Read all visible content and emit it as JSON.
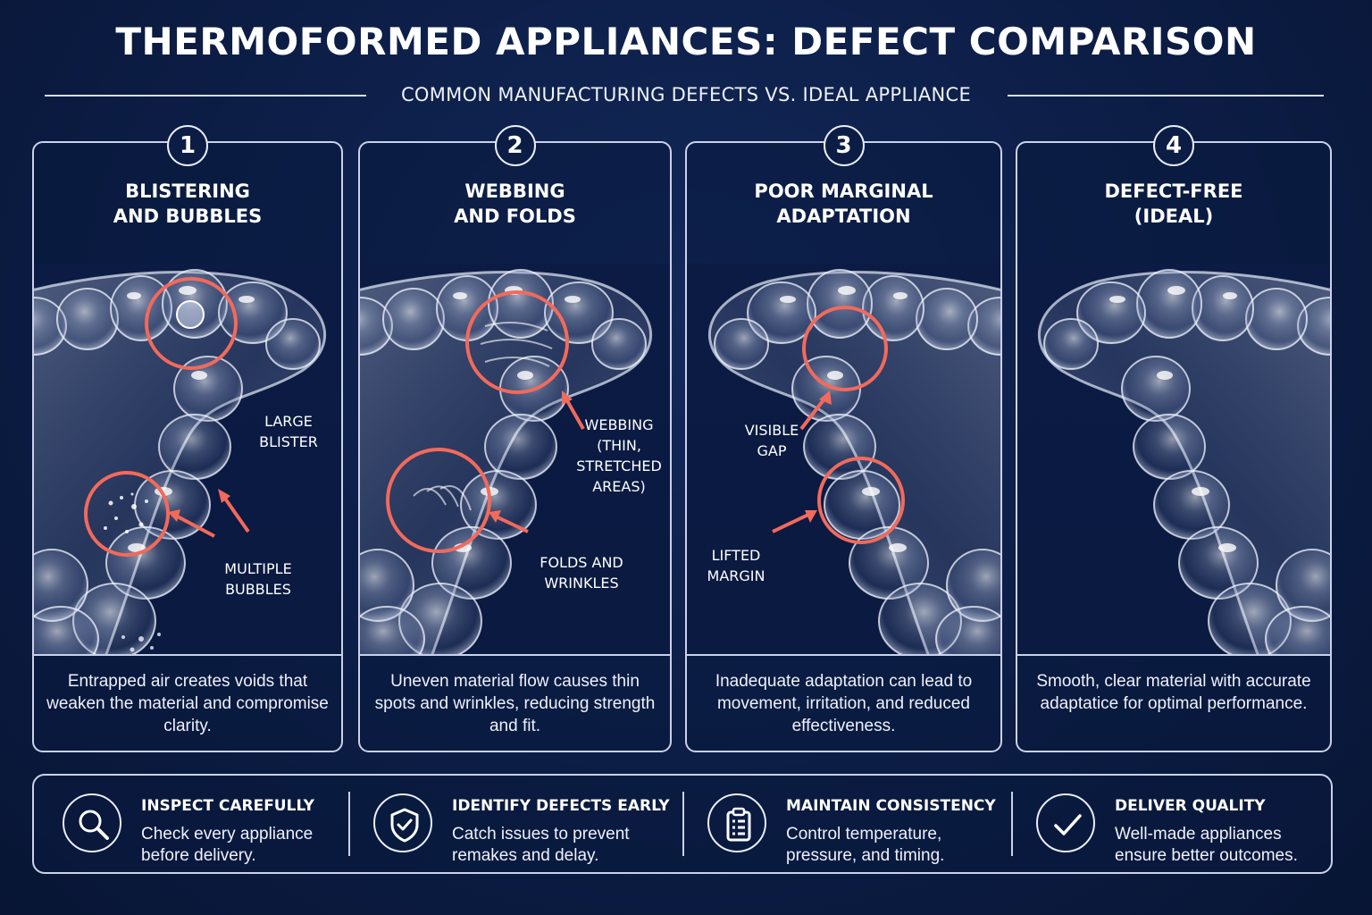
{
  "header": {
    "title": "THERMOFORMED APPLIANCES: DEFECT COMPARISON",
    "subtitle": "COMMON MANUFACTURING DEFECTS VS. IDEAL APPLIANCE"
  },
  "colors": {
    "background": "#0c1d45",
    "highlight": "#f26a5b",
    "border": "#c9d2ea"
  },
  "panels": [
    {
      "number": "1",
      "heading": "BLISTERING\nAND BUBBLES",
      "description": "Entrapped air creates voids that weaken the material and compromise clarity.",
      "callouts": [
        "LARGE\nBLISTER",
        "MULTIPLE\nBUBBLES"
      ]
    },
    {
      "number": "2",
      "heading": "WEBBING\nAND FOLDS",
      "description": "Uneven material flow causes thin spots and wrinkles, reducing strength and fit.",
      "callouts": [
        "WEBBING\n(THIN,\nSTRETCHED\nAREAS)",
        "FOLDS AND\nWRINKLES"
      ]
    },
    {
      "number": "3",
      "heading": "POOR MARGINAL\nADAPTATION",
      "description": "Inadequate adaptation can lead to movement, irritation, and reduced effectiveness.",
      "callouts": [
        "VISIBLE\nGAP",
        "LIFTED\nMARGIN"
      ]
    },
    {
      "number": "4",
      "heading": "DEFECT-FREE\n(IDEAL)",
      "description": "Smooth, clear material with accurate adaptatice for optimal performance.",
      "callouts": []
    }
  ],
  "tips": [
    {
      "icon": "magnifier-icon",
      "title": "INSPECT CAREFULLY",
      "text": "Check every appliance\nbefore delivery."
    },
    {
      "icon": "shield-check-icon",
      "title": "IDENTIFY DEFECTS EARLY",
      "text": "Catch issues to prevent\nremakes and delay."
    },
    {
      "icon": "clipboard-icon",
      "title": "MAINTAIN CONSISTENCY",
      "text": "Control temperature,\npressure, and timing."
    },
    {
      "icon": "checkmark-icon",
      "title": "DELIVER QUALITY",
      "text": "Well-made appliances\nensure better outcomes."
    }
  ]
}
